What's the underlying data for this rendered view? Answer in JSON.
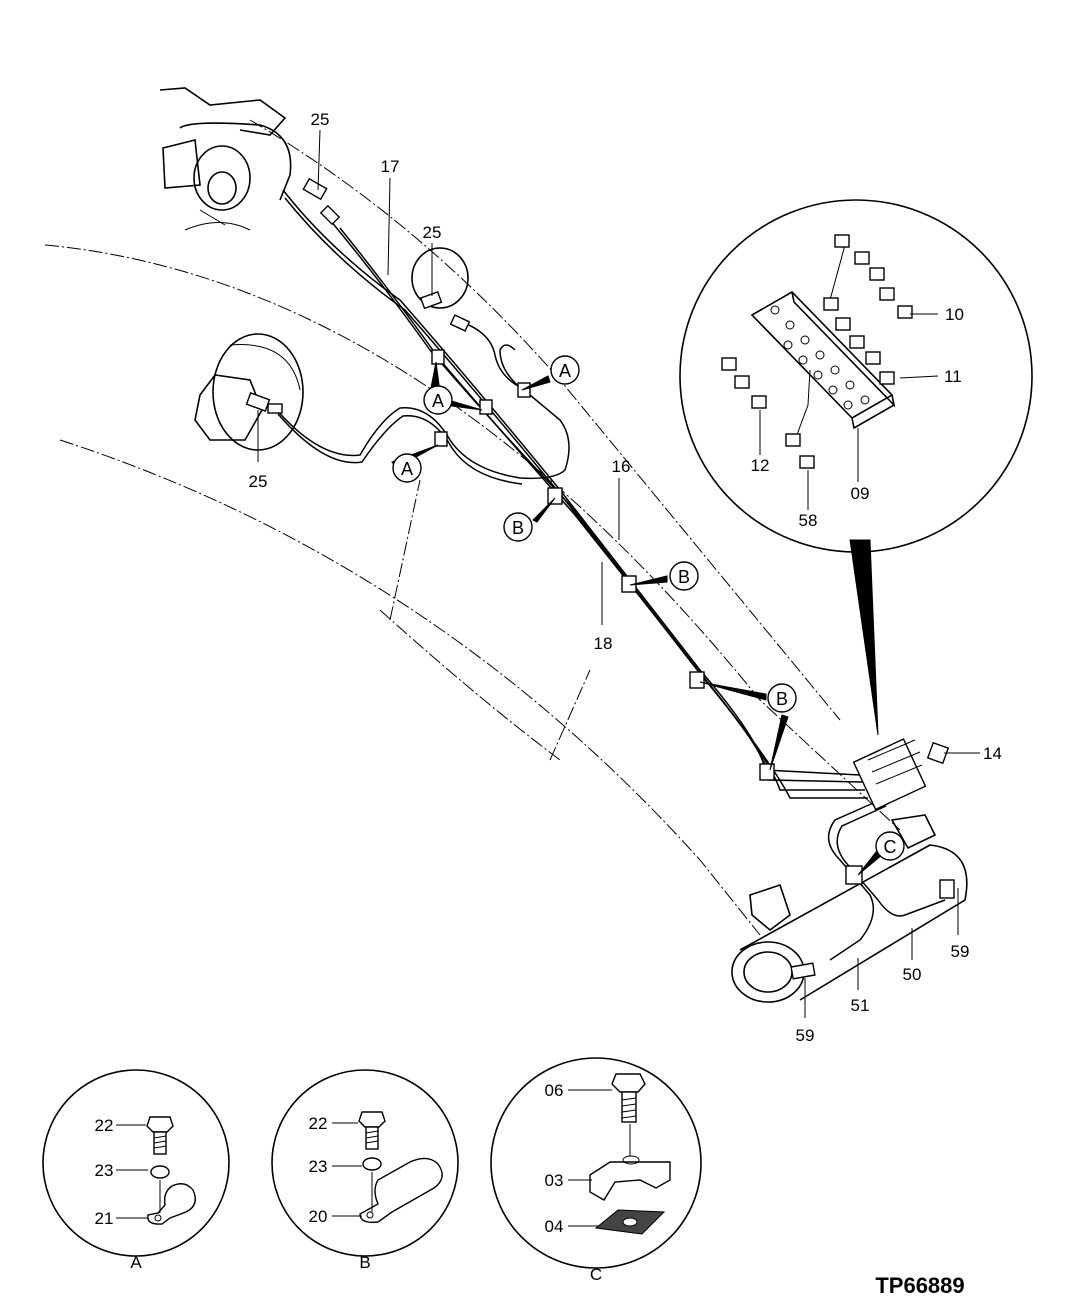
{
  "drawing_number": "TP66889",
  "part_labels": {
    "l25a": "25",
    "l17": "17",
    "l25b": "25",
    "l25c": "25",
    "l16": "16",
    "l18": "18",
    "l10": "10",
    "l11": "11",
    "l12": "12",
    "l09": "09",
    "l58": "58",
    "l14": "14",
    "l59a": "59",
    "l59b": "59",
    "l50": "50",
    "l51": "51"
  },
  "callouts": {
    "a1": "A",
    "a2": "A",
    "a3": "A",
    "b1": "B",
    "b2": "B",
    "b3": "B",
    "c1": "C"
  },
  "details": {
    "A": {
      "caption": "A",
      "parts": [
        "22",
        "23",
        "21"
      ]
    },
    "B": {
      "caption": "B",
      "parts": [
        "22",
        "23",
        "20"
      ]
    },
    "C": {
      "caption": "C",
      "parts": [
        "06",
        "03",
        "04"
      ]
    }
  }
}
